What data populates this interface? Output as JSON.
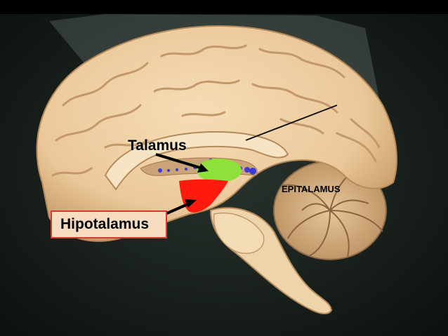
{
  "labels": {
    "talamus": "Talamus",
    "epitalamus": "EPITALAMUS",
    "hipotalamus": "Hipotalamus"
  },
  "colors": {
    "talamus_highlight": "#8ee03a",
    "hipotalamus_highlight": "#ff1a10",
    "epitalamus_dots": "#3b3bd6",
    "hipotalamus_box": "#d63a2a",
    "brain_tissue": "#efcfa2",
    "background": "#0e1511"
  }
}
